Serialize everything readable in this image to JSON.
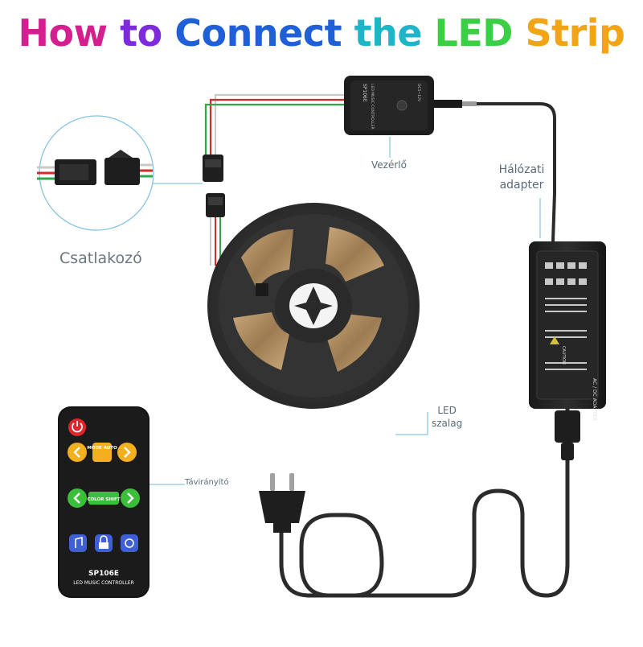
{
  "title": {
    "words": [
      {
        "text": "How",
        "color": "#d61f8e"
      },
      {
        "text": "to",
        "color": "#7d2bdc"
      },
      {
        "text": "Connect",
        "color": "#1f5fd8"
      },
      {
        "text": "the",
        "color": "#1fb5c9"
      },
      {
        "text": "LED",
        "color": "#3bcf45"
      },
      {
        "text": "Strip",
        "color": "#f2a417"
      }
    ]
  },
  "labels": {
    "controller": "Vezérlő",
    "adapter_line1": "Hálózati",
    "adapter_line2": "adapter",
    "connector": "Csatlakozó",
    "strip_line1": "LED",
    "strip_line2": "szalag",
    "remote": "Távirányító"
  },
  "controller": {
    "model": "SP106E",
    "caption": "LED MUSIC CONTROLLER",
    "voltage": "DC5~12V"
  },
  "remote": {
    "buttons": {
      "mode": "MODE AUTO",
      "color_shift": "COLOR SHIFT"
    },
    "model": "SP106E",
    "caption": "LED MUSIC CONTROLLER"
  },
  "adapter": {
    "caption": "AC / DC ADAPTER",
    "warning": "CAUTION"
  },
  "colors": {
    "cable": "#2b2b2b",
    "device": "#1f1f1f",
    "label": "#5a6a78",
    "leader_line": "#6fb7d6",
    "power_button": "#e0252c",
    "arrow_button": "#f2b01e",
    "green_button": "#3bbf3b",
    "blue_button": "#3f5fd6"
  },
  "icons": [
    "music-note-icon",
    "lock-icon",
    "music-settings-icon",
    "power-icon",
    "chevron-left-icon",
    "chevron-right-icon"
  ]
}
